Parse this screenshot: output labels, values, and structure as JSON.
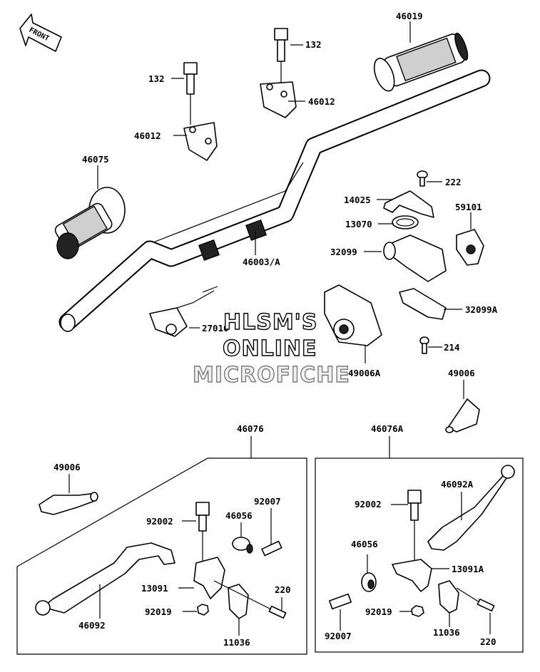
{
  "front_arrow": "FRONT",
  "watermark": {
    "line1": "HLSM'S",
    "line2": "ONLINE",
    "line3": "MICROFICHE"
  },
  "labels": {
    "p46019": "46019",
    "p132a": "132",
    "p132b": "132",
    "p46012a": "46012",
    "p46012b": "46012",
    "p46075": "46075",
    "p222": "222",
    "p14025": "14025",
    "p59101": "59101",
    "p13070": "13070",
    "p32099": "32099",
    "p46003": "46003/A",
    "p32099a": "32099A",
    "p27010": "27010",
    "p214": "214",
    "p49006a": "49006A",
    "p49006r": "49006",
    "p46076": "46076",
    "p46076a": "46076A",
    "p49006l": "49006",
    "p92007l": "92007",
    "p92002l": "92002",
    "p46056l": "46056",
    "p13091": "13091",
    "p220l": "220",
    "p92019l": "92019",
    "p46092": "46092",
    "p11036l": "11036",
    "p46092a": "46092A",
    "p92002r": "92002",
    "p46056r": "46056",
    "p13091a": "13091A",
    "p92019r": "92019",
    "p92007r": "92007",
    "p11036r": "11036",
    "p220r": "220"
  },
  "colors": {
    "ink": "#000000",
    "paper": "#ffffff"
  }
}
